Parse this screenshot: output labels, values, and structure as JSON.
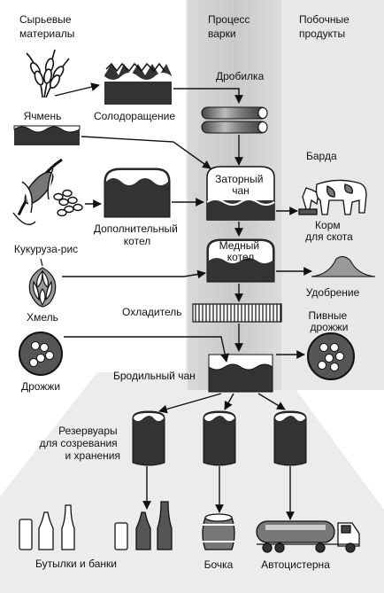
{
  "columns": {
    "raw": [
      "Сырьевые",
      "материалы"
    ],
    "process": [
      "Процесс",
      "варки"
    ],
    "by": [
      "Побочные",
      "продукты"
    ]
  },
  "raw_materials": {
    "barley": "Ячмень",
    "corn_rice": "Кукуруза-рис",
    "hops": "Хмель",
    "yeast": "Дрожжи"
  },
  "process": {
    "malting": "Солодоращение",
    "crusher": "Дробилка",
    "mash_tun": [
      "Заторный",
      "чан"
    ],
    "extra_boiler": [
      "Дополнительный",
      "котел"
    ],
    "copper": [
      "Медный",
      "котел"
    ],
    "cooler": "Охладитель",
    "fermenter": "Бродильный чан",
    "tanks": [
      "Резервуары",
      "для созревания",
      "и хранения"
    ]
  },
  "byproducts": {
    "grains": "Барда",
    "feed": [
      "Корм",
      "для скота"
    ],
    "fertilizer": "Удобрение",
    "beer_yeast": [
      "Пивные",
      "дрожжи"
    ]
  },
  "outputs": {
    "bottles": "Бутылки и банки",
    "barrel": "Бочка",
    "truck": "Автоцистерна"
  },
  "colors": {
    "column_band": "#cfcfcf",
    "column_band_light": "#e6e6e6",
    "ink": "#111111",
    "liquid": "#2a2a2a",
    "vessel_fill": "#6e6e6e",
    "foam": "#ffffff"
  },
  "icons": [
    "wheat-icon",
    "corn-icon",
    "hops-icon",
    "yeast-icon",
    "cow-icon",
    "bottle-icon",
    "barrel-icon",
    "truck-icon"
  ]
}
